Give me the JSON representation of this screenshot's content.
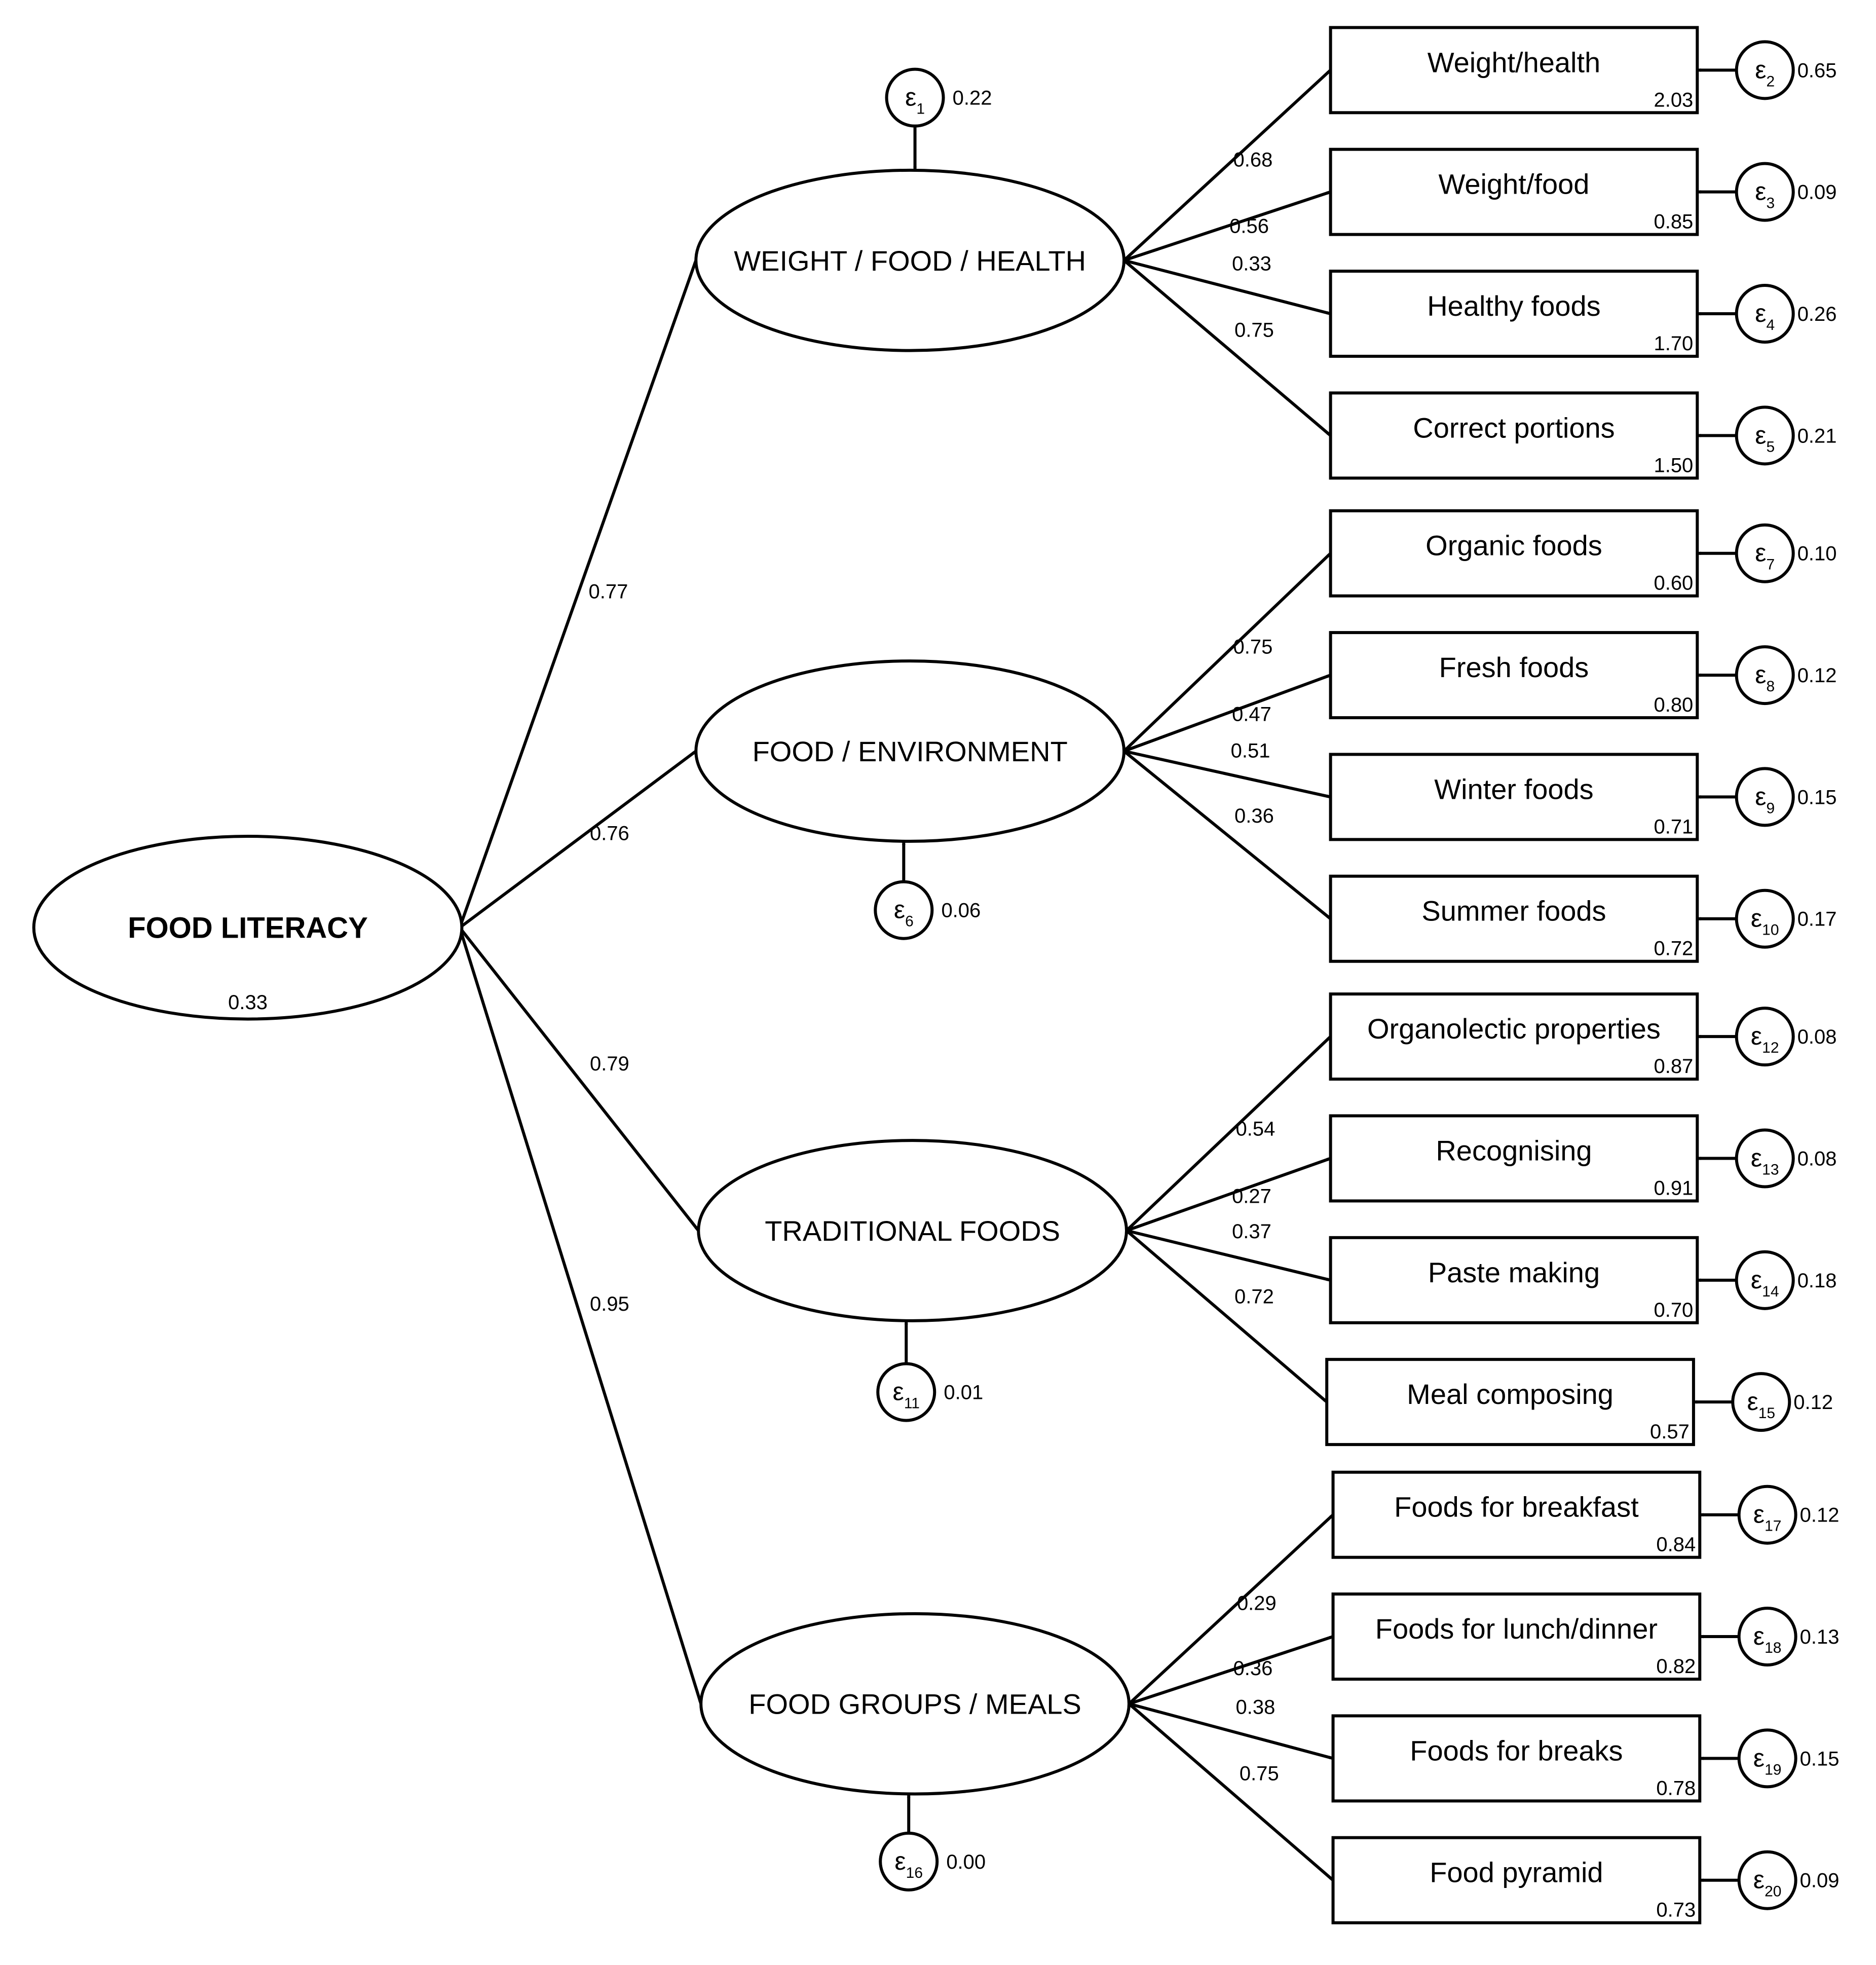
{
  "root": {
    "label": "FOOD LITERACY",
    "value": "0.33"
  },
  "latents": [
    {
      "label": "WEIGHT / FOOD / HEALTH",
      "path_coef": "0.77",
      "error": {
        "sub": "1",
        "variance": "0.22"
      },
      "indicators": [
        {
          "label": "Weight/health",
          "intercept": "2.03",
          "loading": "0.68",
          "error": {
            "sub": "2",
            "variance": "0.65"
          }
        },
        {
          "label": "Weight/food",
          "intercept": "0.85",
          "loading": "0.56",
          "error": {
            "sub": "3",
            "variance": "0.09"
          }
        },
        {
          "label": "Healthy foods",
          "intercept": "1.70",
          "loading": "0.33",
          "error": {
            "sub": "4",
            "variance": "0.26"
          }
        },
        {
          "label": "Correct portions",
          "intercept": "1.50",
          "loading": "0.75",
          "error": {
            "sub": "5",
            "variance": "0.21"
          }
        }
      ]
    },
    {
      "label": "FOOD / ENVIRONMENT",
      "path_coef": "0.76",
      "error": {
        "sub": "6",
        "variance": "0.06"
      },
      "indicators": [
        {
          "label": "Organic foods",
          "intercept": "0.60",
          "loading": "0.75",
          "error": {
            "sub": "7",
            "variance": "0.10"
          }
        },
        {
          "label": "Fresh foods",
          "intercept": "0.80",
          "loading": "0.47",
          "error": {
            "sub": "8",
            "variance": "0.12"
          }
        },
        {
          "label": "Winter foods",
          "intercept": "0.71",
          "loading": "0.51",
          "error": {
            "sub": "9",
            "variance": "0.15"
          }
        },
        {
          "label": "Summer foods",
          "intercept": "0.72",
          "loading": "0.36",
          "error": {
            "sub": "10",
            "variance": "0.17"
          }
        }
      ]
    },
    {
      "label": "TRADITIONAL FOODS",
      "path_coef": "0.79",
      "error": {
        "sub": "11",
        "variance": "0.01"
      },
      "indicators": [
        {
          "label": "Organolectic properties",
          "intercept": "0.87",
          "loading": "0.54",
          "error": {
            "sub": "12",
            "variance": "0.08"
          }
        },
        {
          "label": "Recognising",
          "intercept": "0.91",
          "loading": "0.27",
          "error": {
            "sub": "13",
            "variance": "0.08"
          }
        },
        {
          "label": "Paste making",
          "intercept": "0.70",
          "loading": "0.37",
          "error": {
            "sub": "14",
            "variance": "0.18"
          }
        },
        {
          "label": "Meal composing",
          "intercept": "0.57",
          "loading": "0.72",
          "error": {
            "sub": "15",
            "variance": "0.12"
          }
        }
      ]
    },
    {
      "label": "FOOD GROUPS / MEALS",
      "path_coef": "0.95",
      "error": {
        "sub": "16",
        "variance": "0.00"
      },
      "indicators": [
        {
          "label": "Foods for breakfast",
          "intercept": "0.84",
          "loading": "0.29",
          "error": {
            "sub": "17",
            "variance": "0.12"
          }
        },
        {
          "label": "Foods for lunch/dinner",
          "intercept": "0.82",
          "loading": "0.36",
          "error": {
            "sub": "18",
            "variance": "0.13"
          }
        },
        {
          "label": "Foods for breaks",
          "intercept": "0.78",
          "loading": "0.38",
          "error": {
            "sub": "19",
            "variance": "0.15"
          }
        },
        {
          "label": "Food pyramid",
          "intercept": "0.73",
          "loading": "0.75",
          "error": {
            "sub": "20",
            "variance": "0.09"
          }
        }
      ]
    }
  ]
}
